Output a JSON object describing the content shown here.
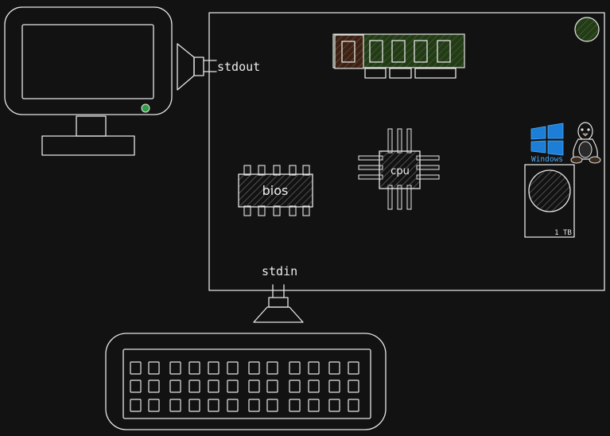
{
  "diagram": {
    "ports": {
      "output_label": "stdout",
      "input_label": "stdin"
    },
    "chips": {
      "bios_label": "bios",
      "cpu_label": "cpu"
    },
    "disk": {
      "capacity_label": "1 TB"
    },
    "os": {
      "windows_label": "Windows"
    },
    "colors": {
      "background": "#121212",
      "stroke": "#e6e6e6",
      "power_led_green": "#2f9e44",
      "ram_green": "#2b4a1d",
      "ram_brown": "#4a2a1d",
      "windows_blue": "#1c7ed6"
    }
  }
}
